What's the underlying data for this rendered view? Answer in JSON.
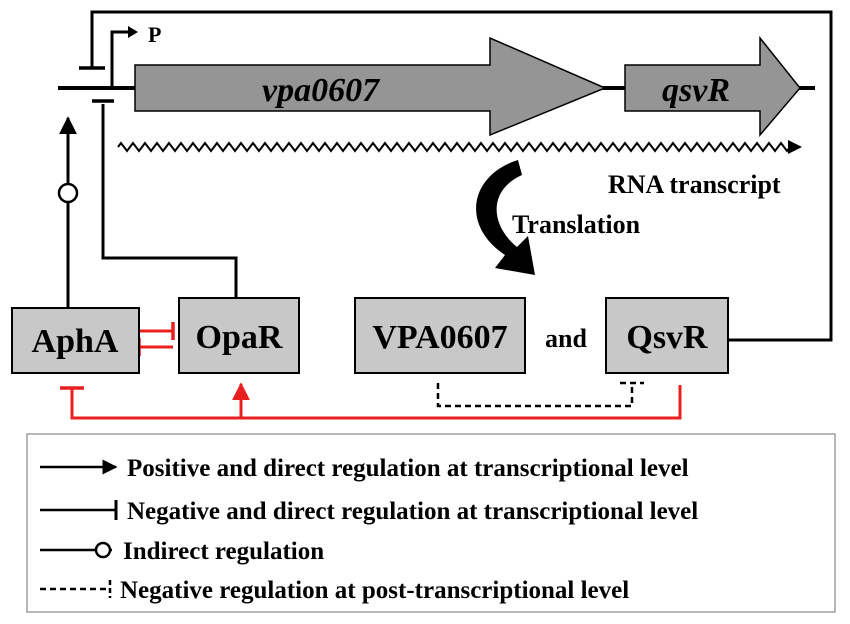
{
  "promoter_label": "P",
  "genes": [
    {
      "label": "vpa0607"
    },
    {
      "label": "qsvR"
    }
  ],
  "rna_label": "RNA transcript",
  "translation_label": "Translation",
  "boxes": {
    "apha": "AphA",
    "opar": "OpaR",
    "vpa0607": "VPA0607",
    "and": "and",
    "qsvr": "QsvR"
  },
  "legend": [
    {
      "symbol": "arrow",
      "text": "Positive and direct regulation at transcriptional level"
    },
    {
      "symbol": "bar",
      "text": "Negative and direct regulation at transcriptional level"
    },
    {
      "symbol": "circle",
      "text": "Indirect regulation"
    },
    {
      "symbol": "dashed",
      "text": "Negative regulation at post-transcriptional level"
    }
  ],
  "colors": {
    "black": "#000000",
    "red": "#e8201f",
    "gene_fill": "#959595",
    "box_fill": "#c8c8c8"
  }
}
